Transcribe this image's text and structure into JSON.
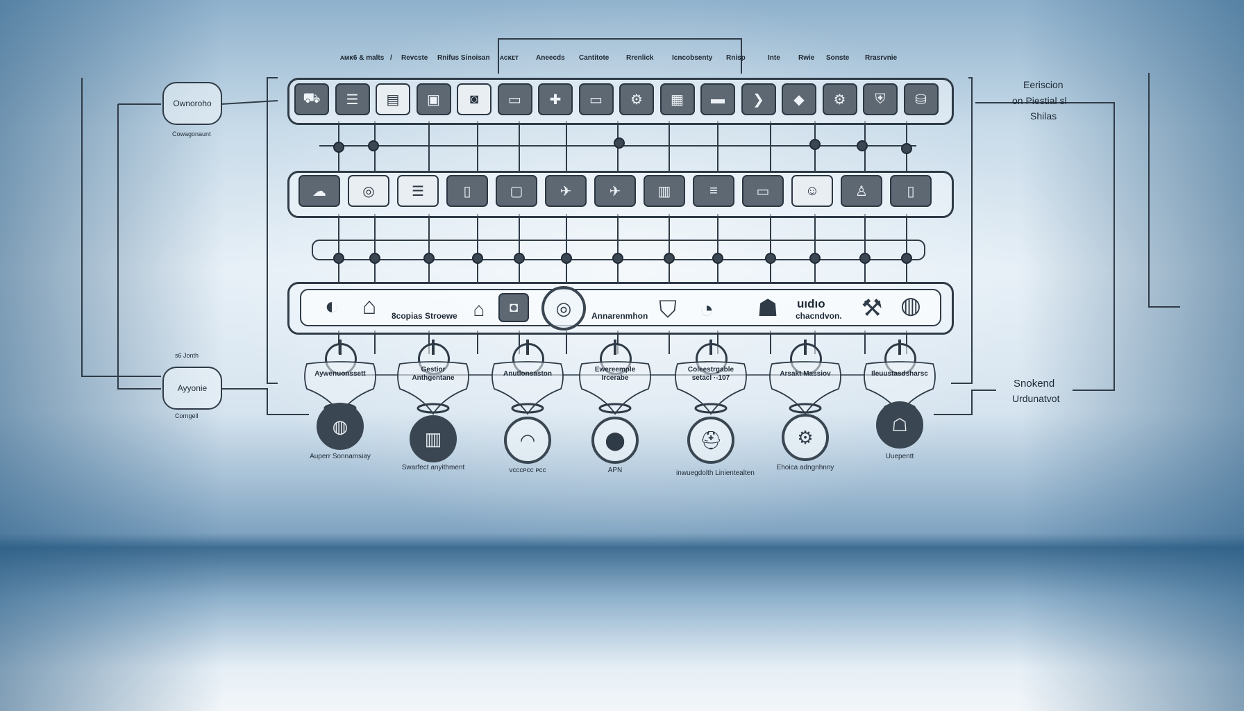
{
  "top_labels": [
    "ᴀᴍᴋ6 & malts",
    "/",
    "Revcste",
    "Rnifus Sinoisan",
    "ᴀᴄᴋᴇᴛ",
    "Aneecds",
    "Cantitote",
    "Rrenlick",
    "Icncobsenty",
    "Rnisp",
    "Inte",
    "Rwie",
    "Sonste",
    "Rrasrvnie"
  ],
  "left_nodes": [
    {
      "label": "Ownoroho",
      "caption": "Cowagonaunt"
    },
    {
      "label": "Ayyonie",
      "caption": "Corngell",
      "top_caption": "s6 Jonth"
    }
  ],
  "right_top": [
    "Eeriscion",
    "on Piestial sl",
    "Shilas"
  ],
  "right_bottom": [
    "Snokend",
    "Urdunatvot"
  ],
  "row1_icons": [
    "truck-icon",
    "document-icon",
    "folder-icon",
    "drawer-icon",
    "camera-icon",
    "monitor-icon",
    "puzzle-icon",
    "monitor-icon",
    "tools-icon",
    "box-icon",
    "tray-icon",
    "chevron-icon",
    "diamond-icon",
    "gear-icon",
    "shield-icon",
    "vault-icon"
  ],
  "row2_icons": [
    "cloud-icon",
    "target-icon",
    "document-icon",
    "phone-icon",
    "window-icon",
    "map-icon",
    "map-icon",
    "devices-icon",
    "list-icon",
    "laptop-icon",
    "face-icon",
    "person-icon",
    "phone-icon"
  ],
  "strip_texts": [
    "8copias Stroewe",
    "Annarenmhon",
    "uıdıo",
    "chacndvon."
  ],
  "shields": [
    "Aywenuonssett",
    "Gestior Anthgentane",
    "Anutlonsaston",
    "Ewereemple Ircerabe",
    "Coleestrgable setacl ·-107",
    "Arsakt Massiov",
    "Ileuustasdsharsc"
  ],
  "bottom_labels": [
    "Auperr Sonnamsiay",
    "Swarfect anyithment",
    "ᴠᴄᴄᴄᴘᴄᴄ ᴘᴄᴄ",
    "APN",
    "inwuegdolth Linientealten",
    "Ehoica adngnhnny",
    "Uuepentt"
  ],
  "bottom_icons": [
    "globe-icon",
    "server-icon",
    "wifi-icon",
    "location-icon",
    "hat-icon",
    "machine-icon",
    "lock-icon"
  ],
  "colors": {
    "line": "#2f3b47",
    "tile": "#5d6873",
    "accent": "#3f6d92"
  }
}
